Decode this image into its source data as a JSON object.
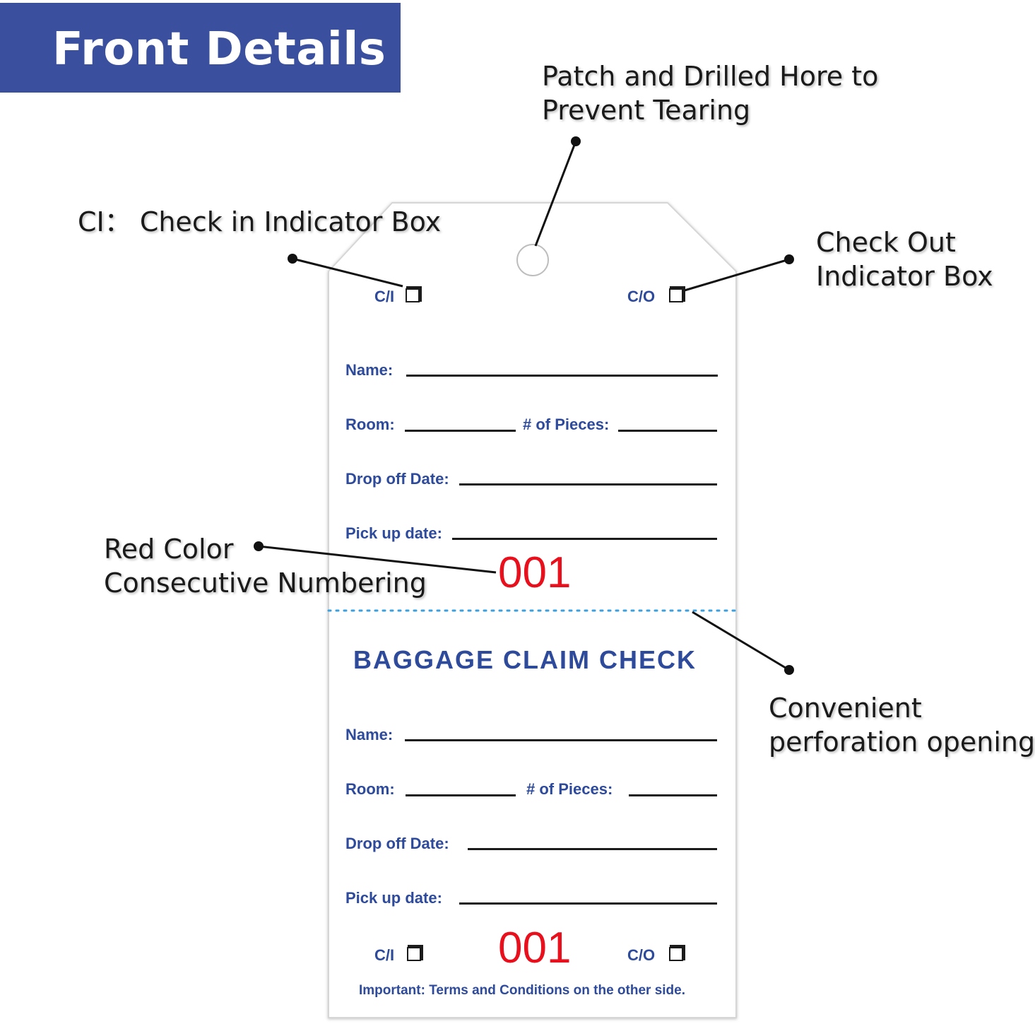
{
  "banner": {
    "title": "Front Details"
  },
  "callouts": {
    "patch": [
      "Patch and Drilled Hore to",
      "Prevent Tearing"
    ],
    "check_in": "CI： Check in Indicator Box",
    "check_out": [
      "Check Out",
      "Indicator Box"
    ],
    "numbering": [
      "Red Color",
      "Consecutive Numbering"
    ],
    "perforation": [
      "Convenient",
      "perforation opening"
    ]
  },
  "tag": {
    "top": {
      "ci_label": "C/I",
      "co_label": "C/O",
      "name_label": "Name:",
      "room_label": "Room:",
      "pieces_label": "# of Pieces:",
      "drop_label": "Drop off Date:",
      "pick_label": "Pick up date:",
      "number": "001"
    },
    "bottom": {
      "title": "BAGGAGE CLAIM  CHECK",
      "name_label": "Name:",
      "room_label": "Room:",
      "pieces_label": "# of Pieces:",
      "drop_label": "Drop off Date:",
      "pick_label": "Pick up date:",
      "ci_label": "C/I",
      "co_label": "C/O",
      "number": "001",
      "note": "Important: Terms and Conditions on the other side."
    }
  },
  "colors": {
    "banner": "#3a4f9e",
    "label_blue": "#2e4a9b",
    "number_red": "#e8101c",
    "perforation": "#3aa0e0"
  }
}
